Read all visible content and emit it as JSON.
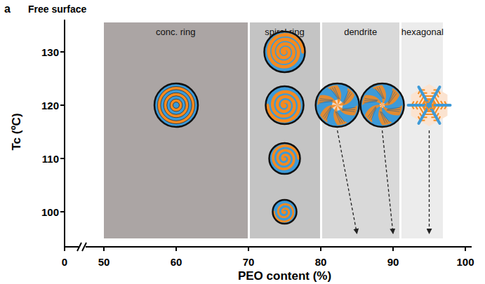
{
  "diagram": {
    "nodes": [
      {
        "text": [
          "conc. ring"
        ]
      },
      {
        "text": [
          "spiral ring"
        ]
      },
      {
        "text": [
          "dendrite"
        ]
      },
      {
        "text": [
          "hexagonal"
        ]
      }
    ],
    "labels": [
      "a",
      "Free surface",
      "Tc (ºC)",
      "130",
      "120",
      "110",
      "100",
      "0",
      "50",
      "60",
      "70",
      "80",
      "90",
      "100",
      "PEO content (%)"
    ]
  }
}
